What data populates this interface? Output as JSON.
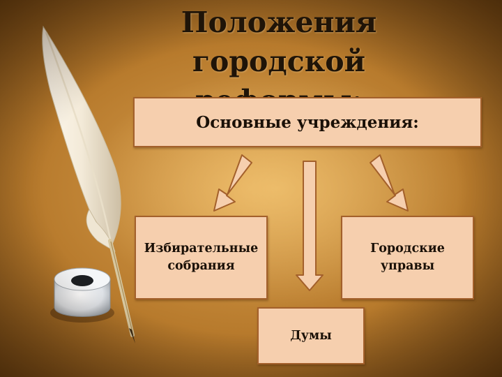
{
  "title": {
    "line1": "Положения городской",
    "line2": "реформы:"
  },
  "diagram": {
    "root": {
      "label": "Основные учреждения:"
    },
    "children": [
      {
        "id": "left",
        "lines": [
          "Избирательные",
          "собрания"
        ]
      },
      {
        "id": "bottom",
        "lines": [
          "Думы"
        ]
      },
      {
        "id": "right",
        "lines": [
          "Городские",
          "управы"
        ]
      }
    ]
  },
  "colors": {
    "box_fill": "#f6cfae",
    "box_border": "#a3602b",
    "arrow_fill": "#f6cfae",
    "arrow_stroke": "#a3602b",
    "title_text": "#1f1408"
  },
  "decor": {
    "quill": "quill-pen-icon",
    "inkwell": "inkwell-icon"
  }
}
